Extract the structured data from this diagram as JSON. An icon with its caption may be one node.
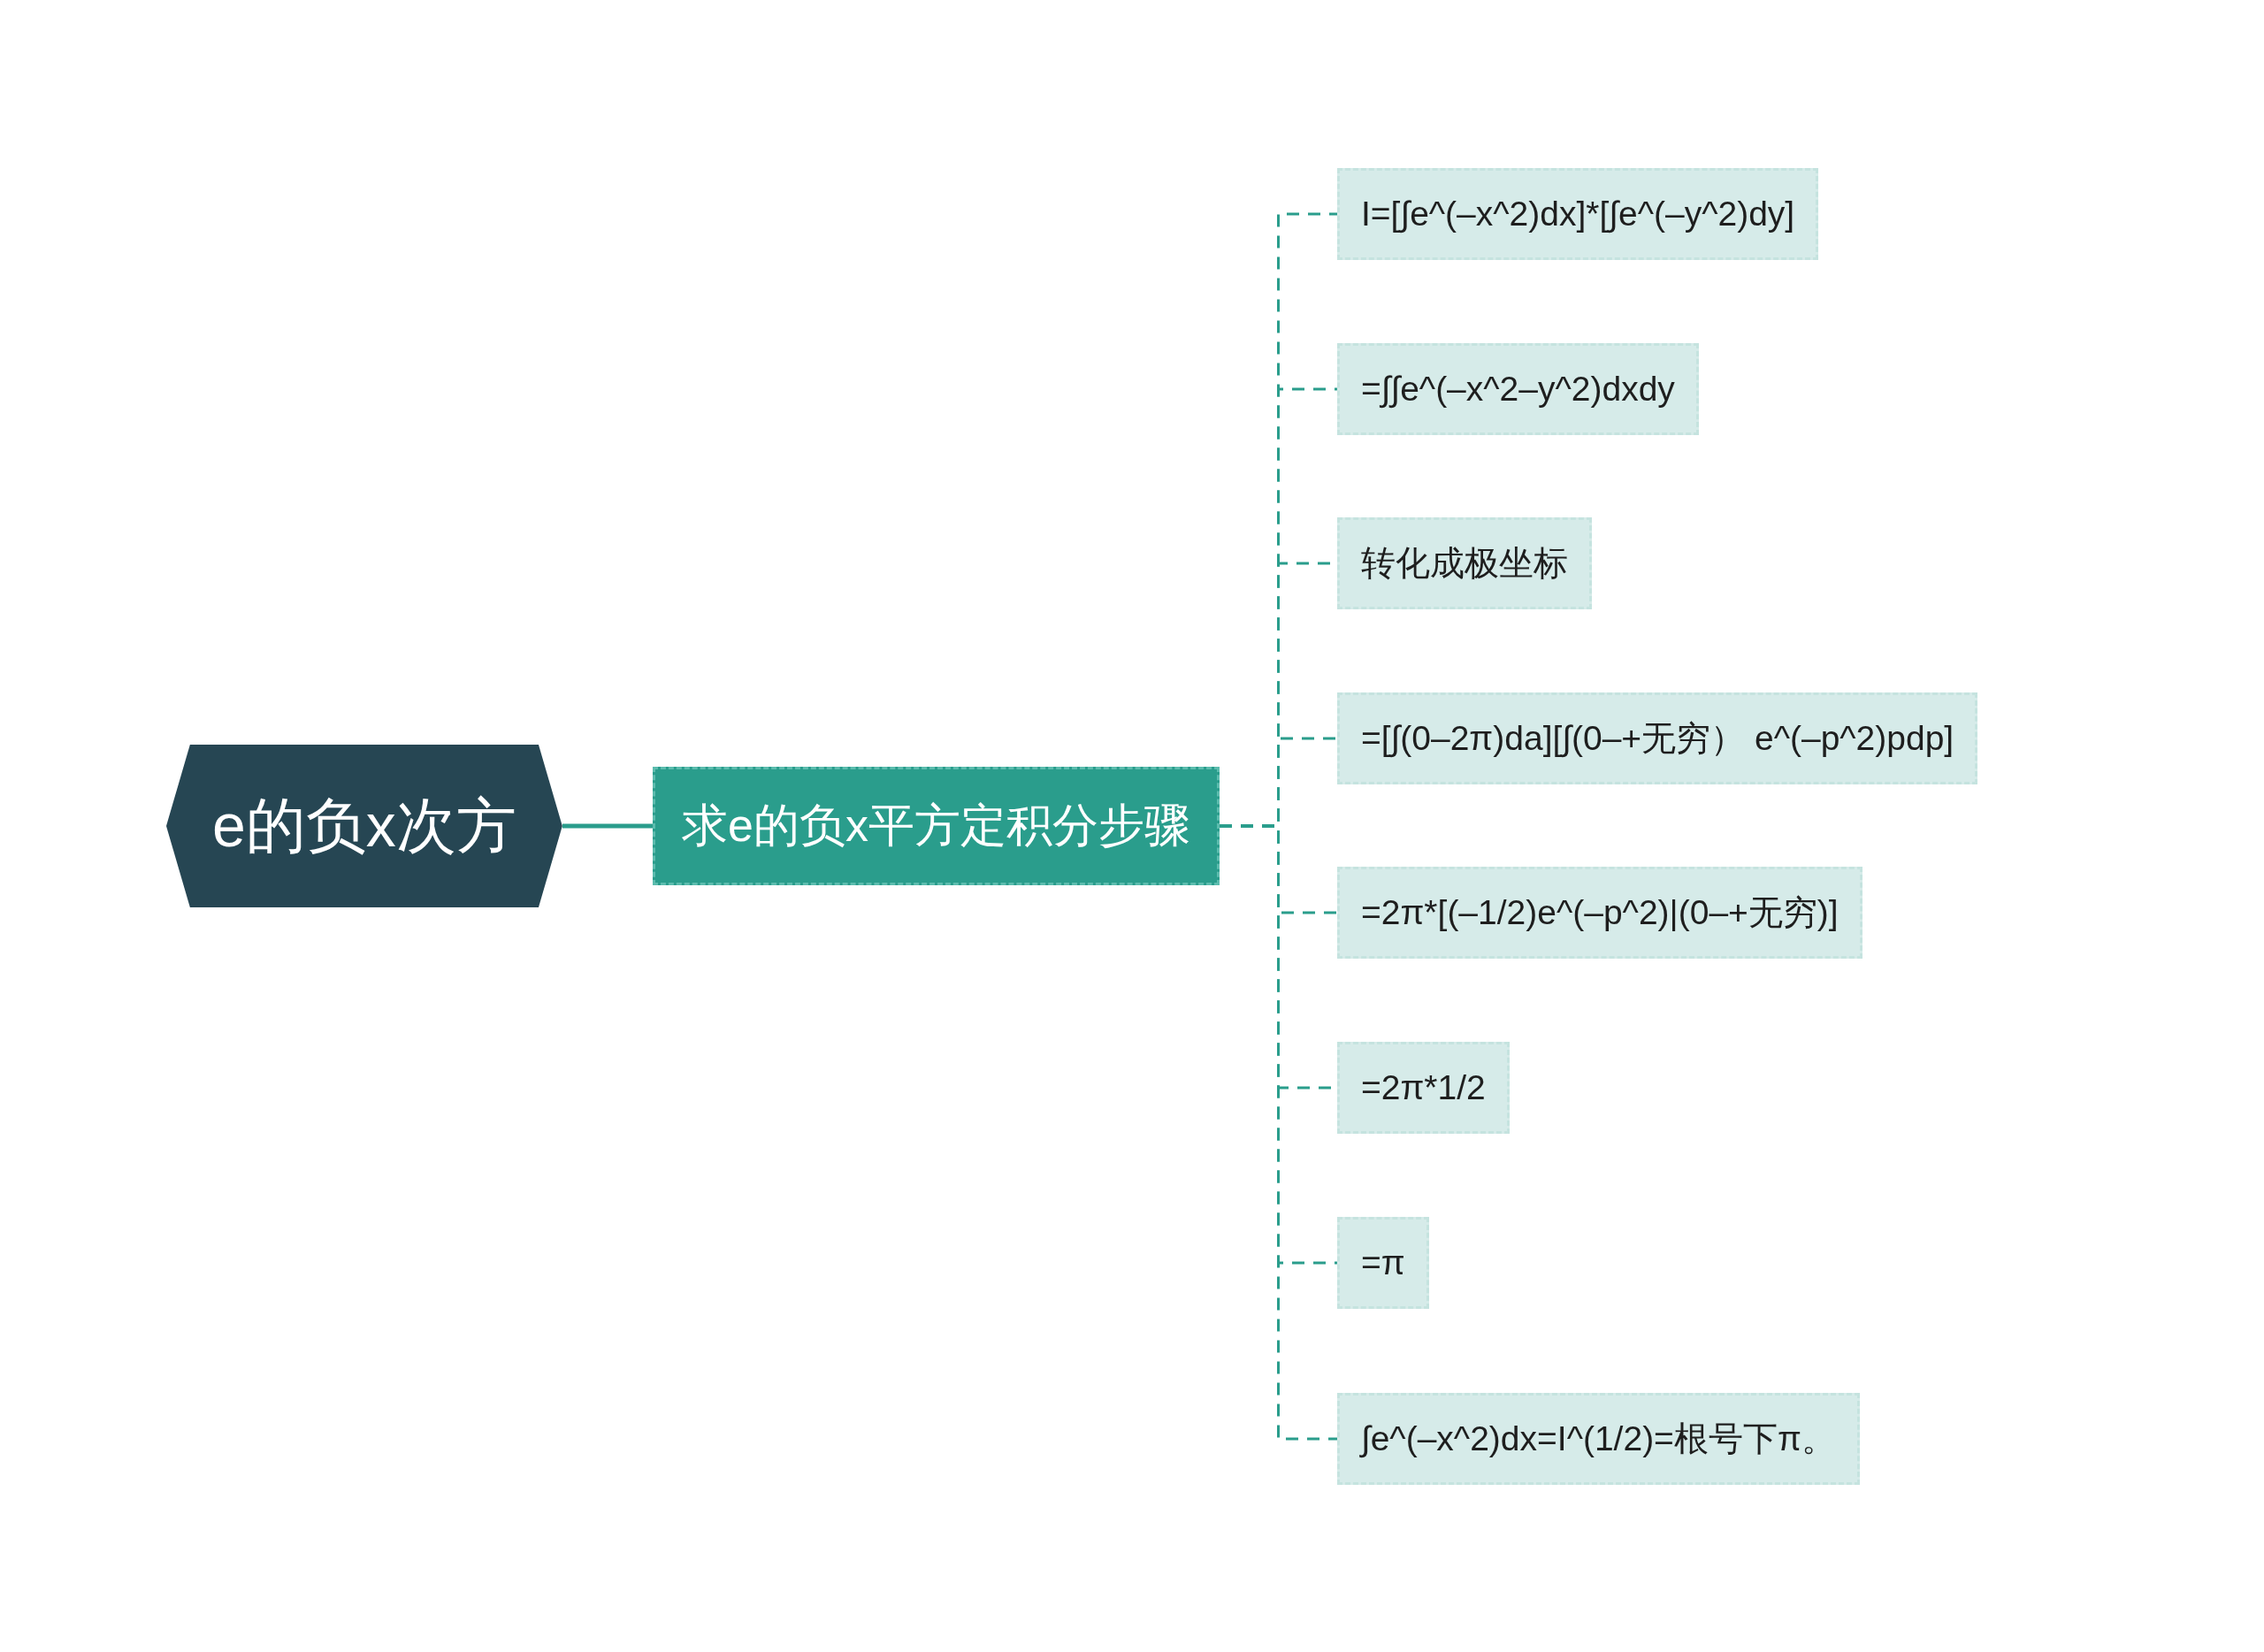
{
  "diagram": {
    "nodes": [
      {
        "text": [
          "e的负x次方"
        ]
      },
      {
        "text": [
          "求e的负x平方定积分步骤"
        ]
      },
      {
        "text": [
          "I=[∫e^(–x^2)dx]*[∫e^(–y^2)dy]"
        ]
      },
      {
        "text": [
          "=∫∫e^(–x^2–y^2)dxdy"
        ]
      },
      {
        "text": [
          "转化成极坐标"
        ]
      },
      {
        "text": [
          "=[∫(0–2π)da][∫(0–+无穷） e^(–p^2)pdp]"
        ]
      },
      {
        "text": [
          "=2π*[(–1/2)e^(–p^2)|(0–+无穷)]"
        ]
      },
      {
        "text": [
          "=2π*1/2"
        ]
      },
      {
        "text": [
          "=π"
        ]
      },
      {
        "text": [
          "∫e^(–x^2)dx=I^(1/2)=根号下π。"
        ]
      }
    ],
    "edges": [
      {
        "from": 0,
        "to": 1,
        "arrow": "none"
      },
      {
        "from": 1,
        "to": 2,
        "arrow": "none",
        "style": "dashed"
      },
      {
        "from": 1,
        "to": 3,
        "arrow": "none",
        "style": "dashed"
      },
      {
        "from": 1,
        "to": 4,
        "arrow": "none",
        "style": "dashed"
      },
      {
        "from": 1,
        "to": 5,
        "arrow": "none",
        "style": "dashed"
      },
      {
        "from": 1,
        "to": 6,
        "arrow": "none",
        "style": "dashed"
      },
      {
        "from": 1,
        "to": 7,
        "arrow": "none",
        "style": "dashed"
      },
      {
        "from": 1,
        "to": 8,
        "arrow": "none",
        "style": "dashed"
      },
      {
        "from": 1,
        "to": 9,
        "arrow": "none",
        "style": "dashed"
      }
    ]
  }
}
